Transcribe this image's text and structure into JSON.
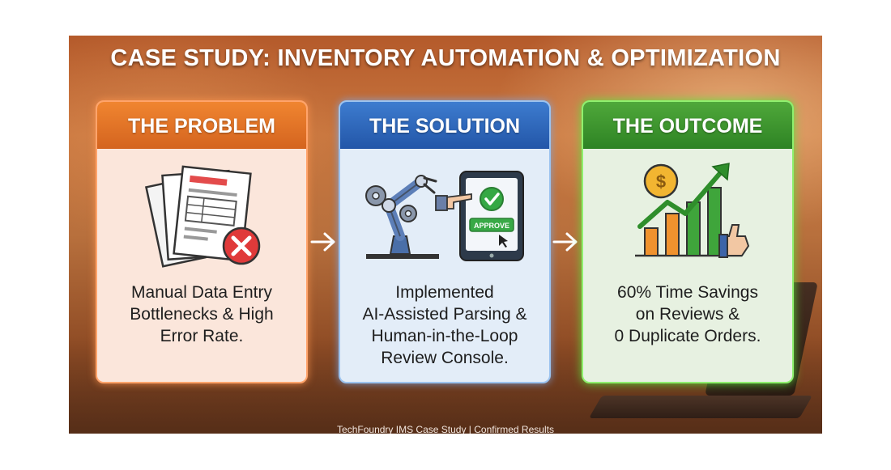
{
  "title": "CASE STUDY: INVENTORY AUTOMATION & OPTIMIZATION",
  "cards": [
    {
      "heading": "THE PROBLEM",
      "body": "Manual Data Entry\nBottlenecks & High\nError Rate.",
      "icon": "error-documents-icon",
      "color": "#e8752a"
    },
    {
      "heading": "THE SOLUTION",
      "body": "Implemented\nAI-Assisted Parsing &\nHuman-in-the-Loop\nReview Console.",
      "icon": "robot-arm-tablet-icon",
      "icon_text": "APPROVE",
      "color": "#2f6bbd"
    },
    {
      "heading": "THE OUTCOME",
      "body": "60% Time Savings\non Reviews &\n0 Duplicate Orders.",
      "icon": "growth-chart-icon",
      "color": "#3f9a2f"
    }
  ],
  "footer": "TechFoundry IMS Case Study | Confirmed Results"
}
